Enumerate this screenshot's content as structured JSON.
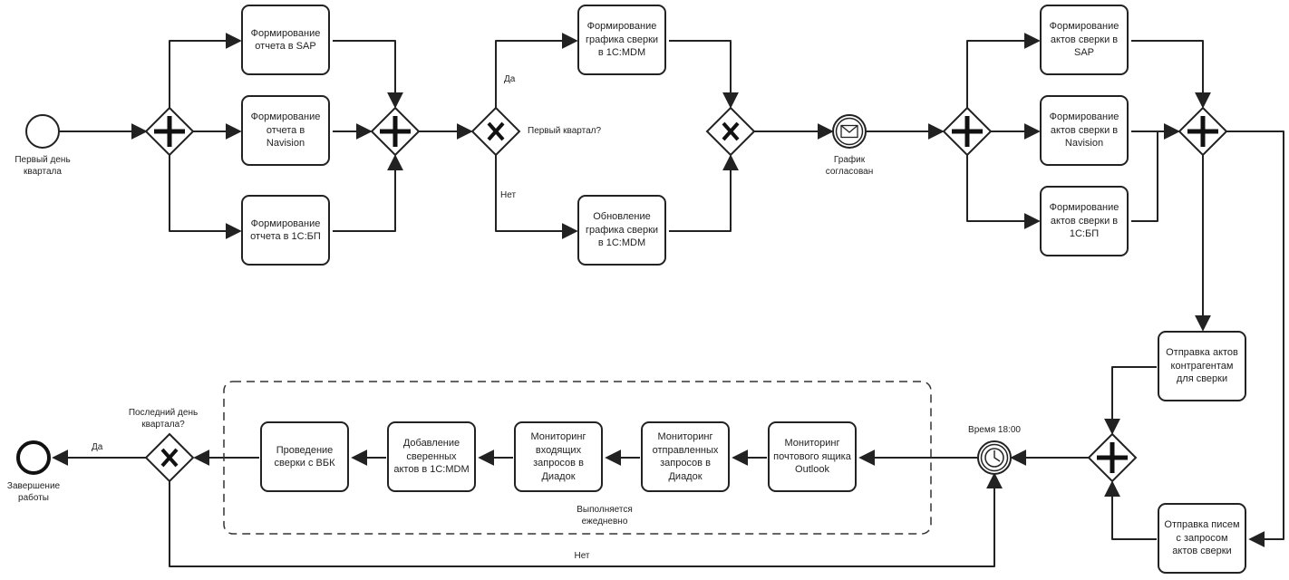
{
  "events": {
    "start": "Первый день квартала",
    "message": "График согласован",
    "timer": "Время 18:00",
    "end": "Завершение работы"
  },
  "tasks": {
    "t_sap": "Формирование отчета в SAP",
    "t_nav": "Формирование отчета в Navision",
    "t_1c": "Формирование отчета в 1С:БП",
    "t_mdm_form": "Формирование графика сверки в 1С:MDM",
    "t_mdm_upd": "Обновление графика сверки в 1С:MDM",
    "t_acts_sap": "Формирование актов сверки в SAP",
    "t_acts_nav": "Формирование актов сверки в Navision",
    "t_acts_1c": "Формирование актов сверки в 1С:БП",
    "t_send_acts": "Отправка актов контрагентам для сверки",
    "t_send_letters": "Отправка писем с запросом актов сверки",
    "t_outlook": "Мониторинг почтового ящика Outlook",
    "t_diadoc_out": "Мониторинг отправленных запросов в Диадок",
    "t_diadoc_in": "Мониторинг входящих запросов в Диадок",
    "t_add_acts": "Добавление сверенных актов в 1С:MDM",
    "t_vbk": "Проведение сверки с ВБК"
  },
  "gateways": {
    "q1": "Первый квартал?",
    "last_day": "Последний день квартала?"
  },
  "flows": {
    "yes1": "Да",
    "no1": "Нет",
    "yes2": "Да",
    "no2": "Нет"
  },
  "subprocess": {
    "label": "Выполняется ежедневно"
  }
}
